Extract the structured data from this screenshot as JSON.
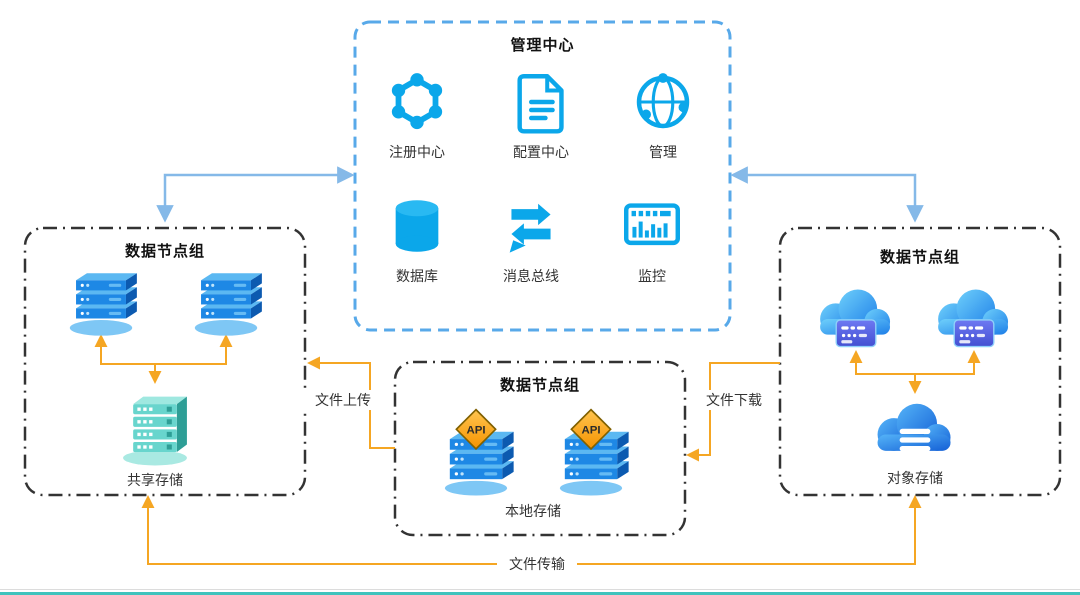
{
  "management_center": {
    "title": "管理中心",
    "items": [
      {
        "label": "注册中心"
      },
      {
        "label": "配置中心"
      },
      {
        "label": "管理"
      },
      {
        "label": "数据库"
      },
      {
        "label": "消息总线"
      },
      {
        "label": "监控"
      }
    ]
  },
  "left_group": {
    "title": "数据节点组",
    "storage_label": "共享存储"
  },
  "center_group": {
    "title": "数据节点组",
    "storage_label": "本地存储",
    "api_badge": "API"
  },
  "right_group": {
    "title": "数据节点组",
    "storage_label": "对象存储"
  },
  "flows": {
    "upload": "文件上传",
    "download": "文件下载",
    "transfer": "文件传输"
  },
  "colors": {
    "management_border": "#58A9E9",
    "node_group_border": "#333333",
    "icon_cyan": "#0BA7EA",
    "arrow_orange": "#F5A623",
    "arrow_blue": "#85B9E8",
    "server_blue": "#1E88E5",
    "shared_storage_teal": "#68D5CD",
    "cloud_server_indigo": "#5667E0",
    "api_diamond_orange": "#FFA726"
  }
}
